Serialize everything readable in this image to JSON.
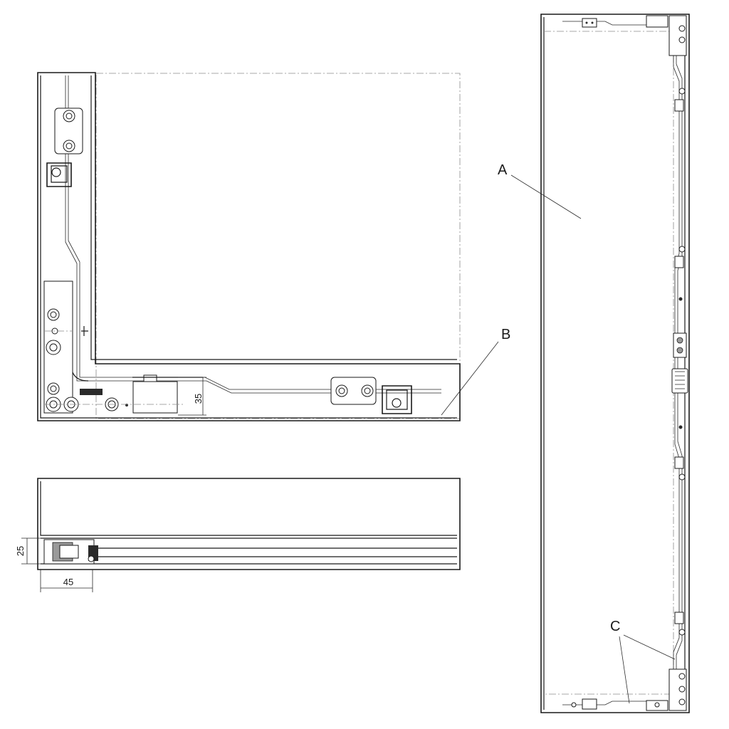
{
  "callouts": {
    "a": "A",
    "b": "B",
    "c": "C"
  },
  "dimensions": {
    "vertical_offset": "35",
    "height": "25",
    "width": "45"
  }
}
